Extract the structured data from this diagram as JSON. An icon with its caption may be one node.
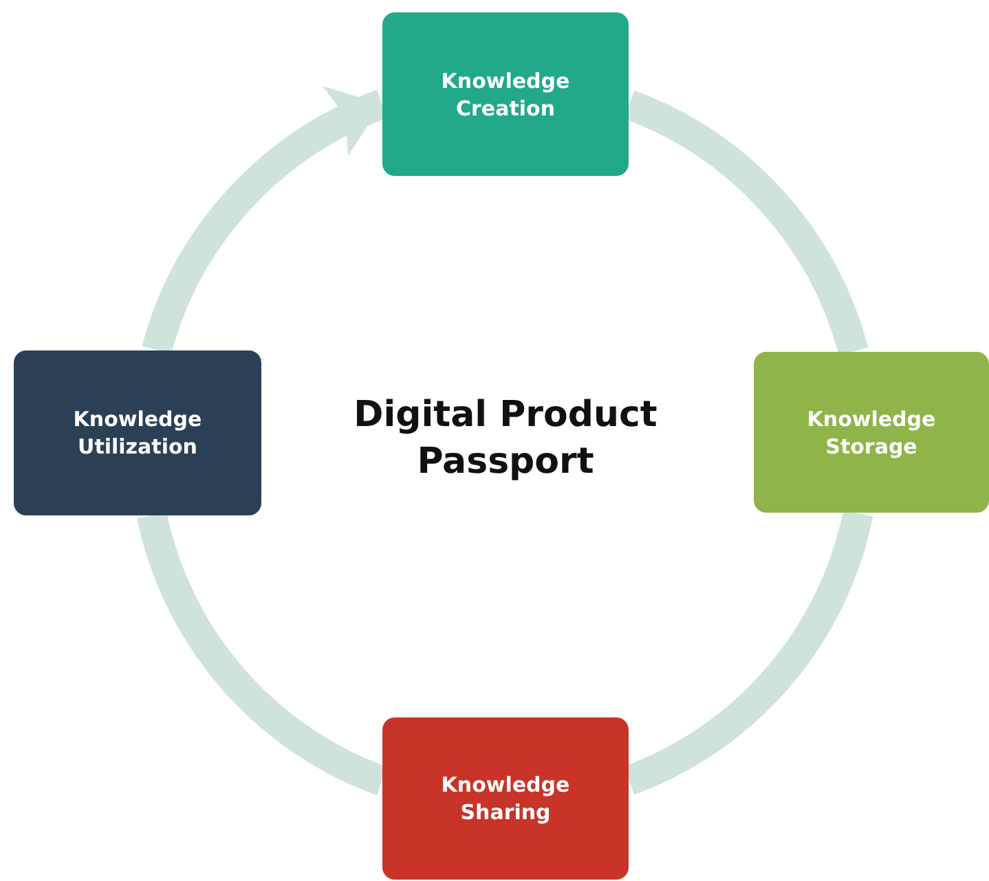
{
  "diagram": {
    "title": "Digital Product Passport",
    "nodes": [
      {
        "text": [
          "Knowledge Creation"
        ]
      },
      {
        "text": [
          "Knowledge Storage"
        ]
      },
      {
        "text": [
          "Knowledge Sharing"
        ]
      },
      {
        "text": [
          "Knowledge Utilization"
        ]
      }
    ],
    "edges": [
      {
        "from": 0,
        "to": 1,
        "arrow": "none"
      },
      {
        "from": 1,
        "to": 2,
        "arrow": "none"
      },
      {
        "from": 2,
        "to": 3,
        "arrow": "none"
      },
      {
        "from": 3,
        "to": 0,
        "arrow": "to"
      }
    ]
  }
}
